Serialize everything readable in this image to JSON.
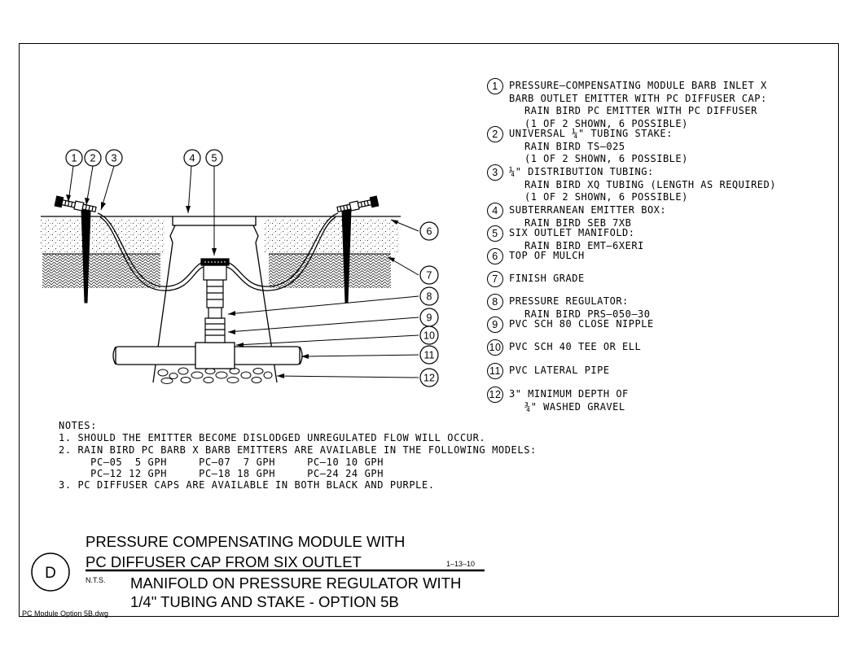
{
  "legend": [
    {
      "num": "1",
      "lines": [
        "PRESSURE–COMPENSATING MODULE BARB INLET X",
        "BARB OUTLET EMITTER WITH PC DIFFUSER CAP:",
        "RAIN BIRD PC EMITTER WITH PC DIFFUSER",
        "(1 OF 2 SHOWN, 6 POSSIBLE)"
      ]
    },
    {
      "num": "2",
      "lines": [
        "UNIVERSAL ¼\" TUBING STAKE:",
        "RAIN BIRD TS–025",
        "(1 OF 2 SHOWN, 6 POSSIBLE)"
      ]
    },
    {
      "num": "3",
      "lines": [
        "¼\" DISTRIBUTION TUBING:",
        "RAIN BIRD XQ TUBING (LENGTH AS REQUIRED)",
        "(1 OF 2 SHOWN, 6 POSSIBLE)"
      ]
    },
    {
      "num": "4",
      "lines": [
        "SUBTERRANEAN EMITTER BOX:",
        "RAIN BIRD SEB 7XB"
      ]
    },
    {
      "num": "5",
      "lines": [
        "SIX OUTLET MANIFOLD:",
        "RAIN BIRD EMT–6XERI"
      ]
    },
    {
      "num": "6",
      "lines": [
        "TOP OF MULCH"
      ]
    },
    {
      "num": "7",
      "lines": [
        "FINISH GRADE"
      ]
    },
    {
      "num": "8",
      "lines": [
        "PRESSURE REGULATOR:",
        "RAIN BIRD PRS–050–30"
      ]
    },
    {
      "num": "9",
      "lines": [
        "PVC SCH 80 CLOSE NIPPLE"
      ]
    },
    {
      "num": "10",
      "lines": [
        "PVC SCH 40 TEE OR ELL"
      ]
    },
    {
      "num": "11",
      "lines": [
        "PVC LATERAL PIPE"
      ]
    },
    {
      "num": "12",
      "lines": [
        "3\" MINIMUM DEPTH OF",
        "¾\" WASHED GRAVEL"
      ]
    }
  ],
  "callouts": [
    "1",
    "2",
    "3",
    "4",
    "5",
    "6",
    "7",
    "8",
    "9",
    "10",
    "11",
    "12"
  ],
  "notes": {
    "heading": "NOTES:",
    "lines": [
      "1. SHOULD THE EMITTER BECOME DISLODGED UNREGULATED FLOW WILL OCCUR.",
      "2. RAIN BIRD PC BARB X BARB EMITTERS ARE AVAILABLE IN THE FOLLOWING MODELS:",
      "     PC–05  5 GPH     PC–07  7 GPH     PC–10 10 GPH",
      "     PC–12 12 GPH     PC–18 18 GPH     PC–24 24 GPH",
      "3. PC DIFFUSER CAPS ARE AVAILABLE IN BOTH BLACK AND PURPLE."
    ]
  },
  "title_block": {
    "detail_letter": "D",
    "title_line1": "PRESSURE COMPENSATING MODULE WITH",
    "title_line2": "PC DIFFUSER CAP FROM SIX OUTLET",
    "title_line3": "MANIFOLD ON PRESSURE REGULATOR WITH",
    "title_line4": "1/4\" TUBING AND STAKE - OPTION 5B",
    "scale": "N.T.S.",
    "date": "1–13–10",
    "filename": "PC Module Option 5B.dwg"
  }
}
